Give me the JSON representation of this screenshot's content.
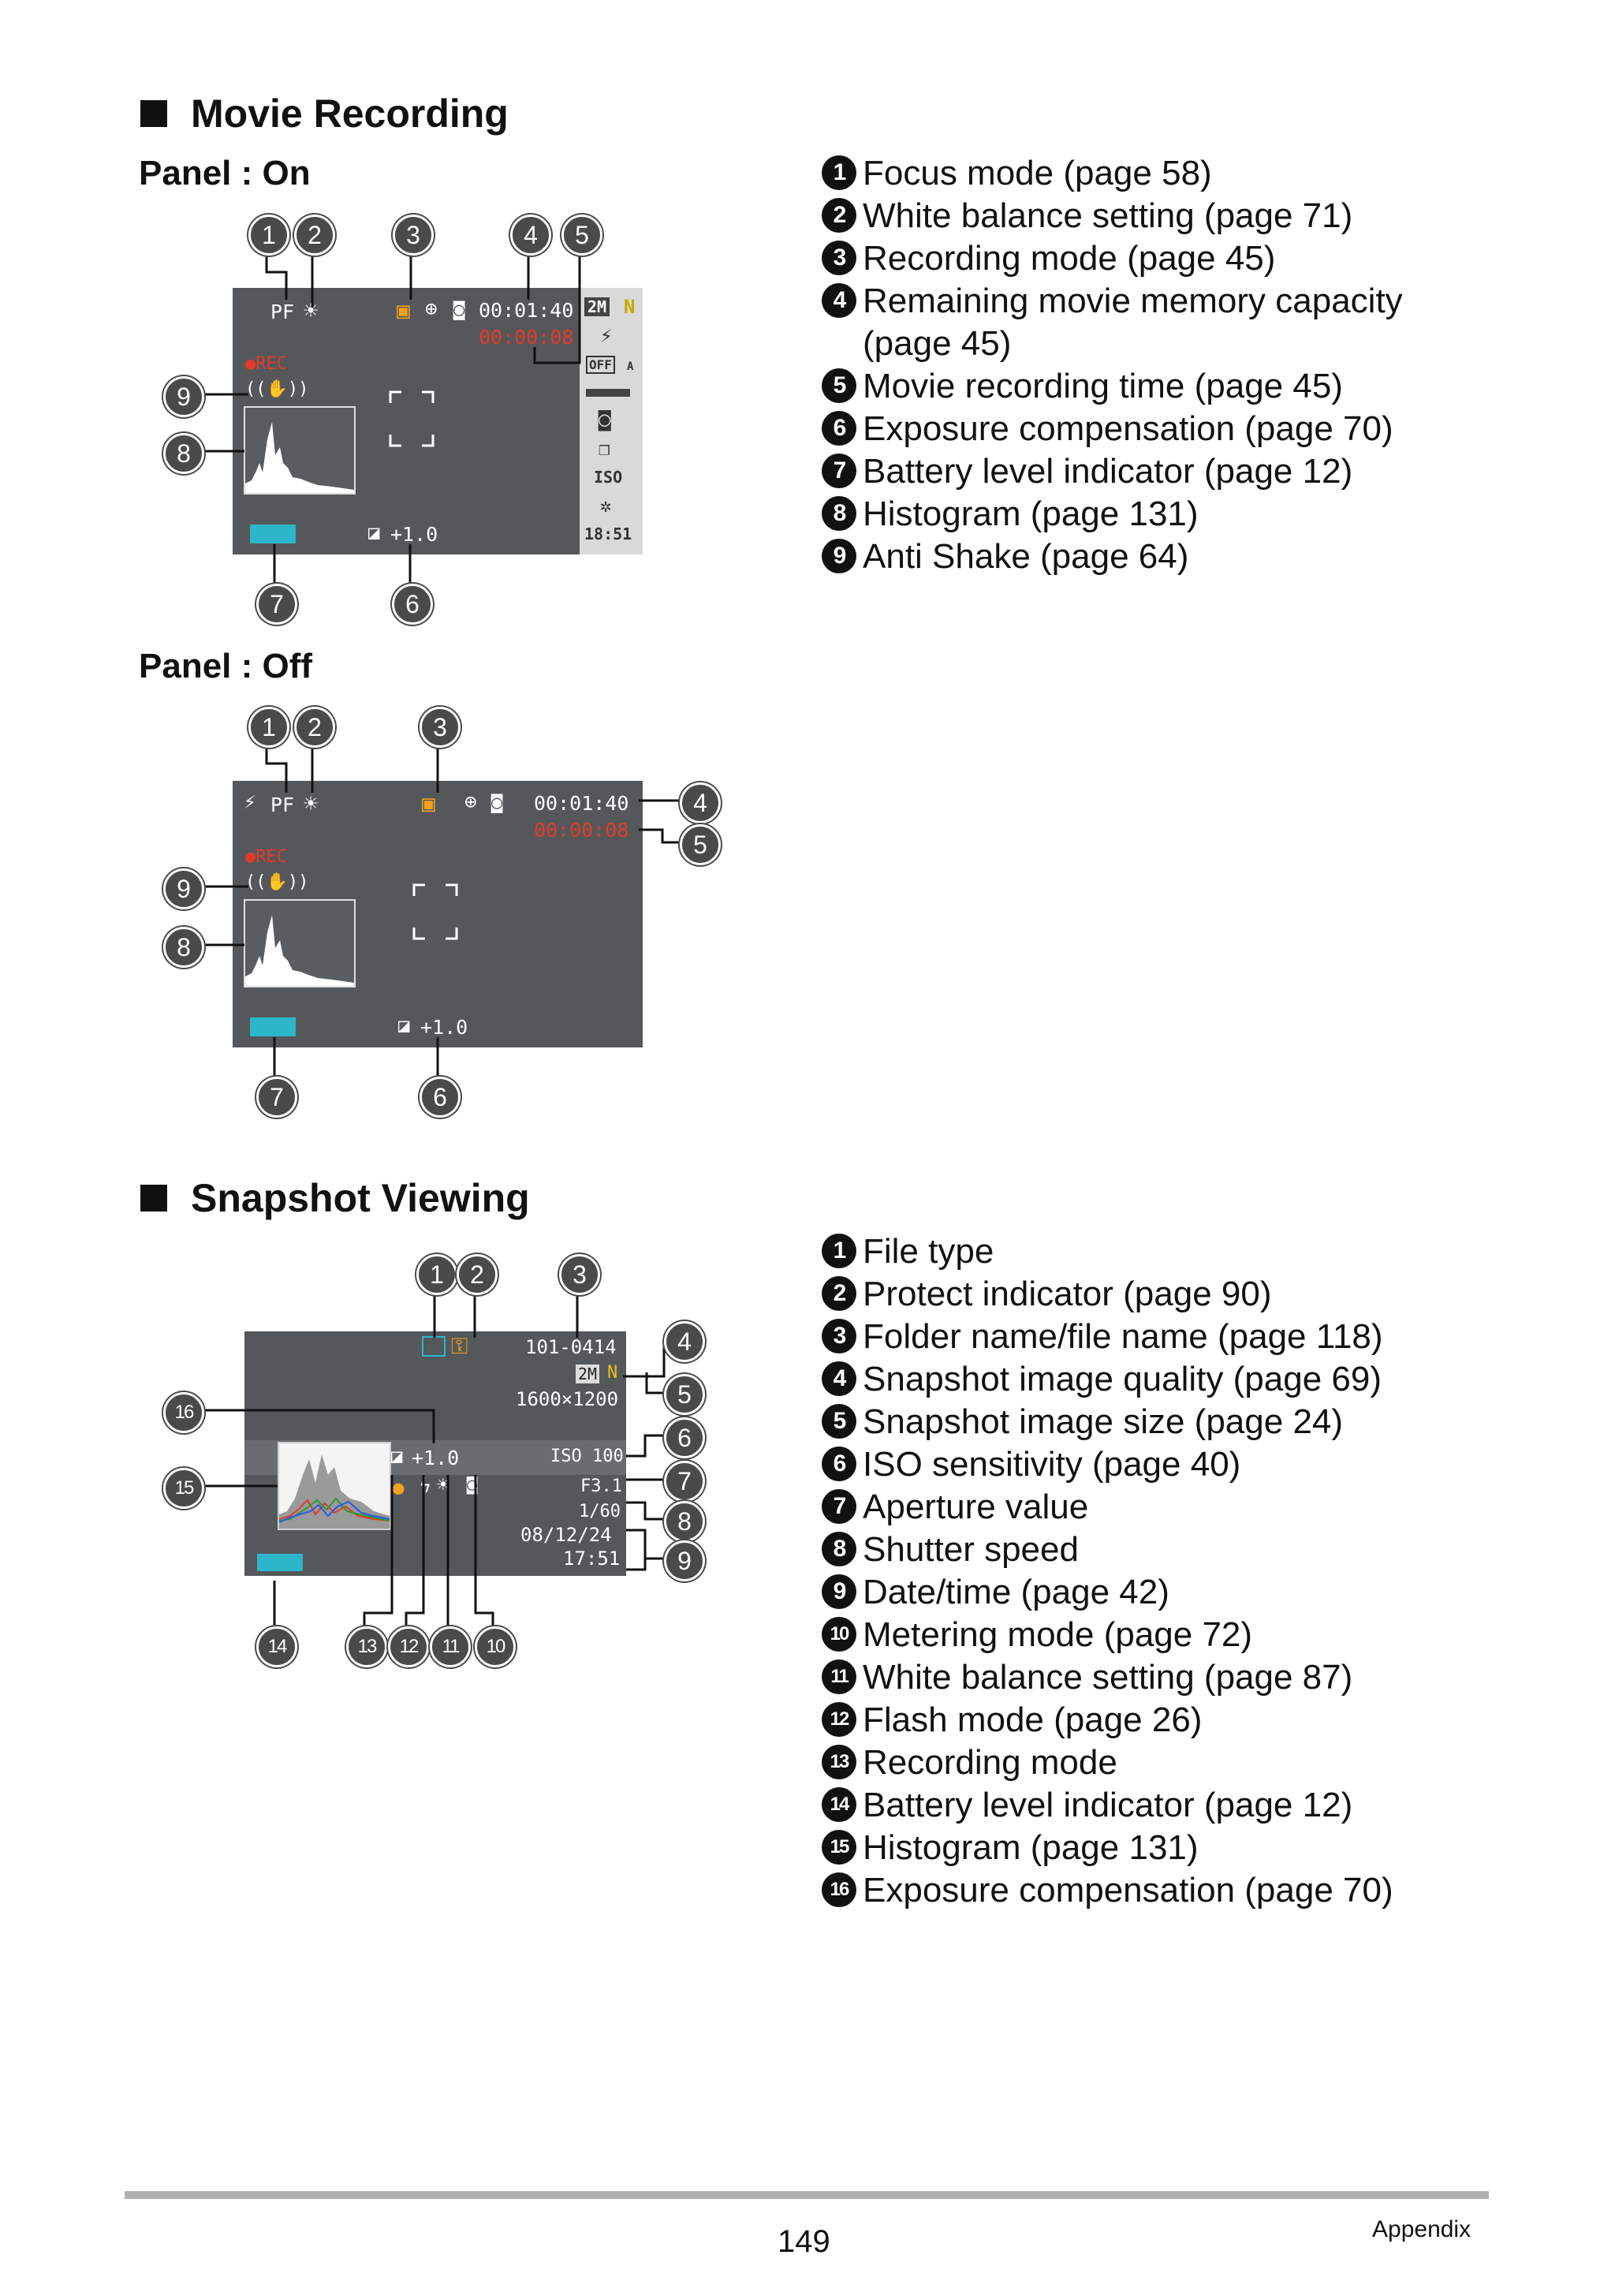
{
  "movie_recording": {
    "title": "Movie Recording",
    "panel_on_title": "Panel : On",
    "panel_off_title": "Panel : Off",
    "items": [
      {
        "num": "1",
        "text": "Focus mode (page 58)"
      },
      {
        "num": "2",
        "text": "White balance setting (page 71)"
      },
      {
        "num": "3",
        "text": "Recording mode (page 45)"
      },
      {
        "num": "4",
        "text": "Remaining movie memory capacity",
        "text2": "(page 45)"
      },
      {
        "num": "5",
        "text": "Movie recording time (page 45)"
      },
      {
        "num": "6",
        "text": "Exposure compensation (page 70)"
      },
      {
        "num": "7",
        "text": "Battery level indicator (page 12)"
      },
      {
        "num": "8",
        "text": "Histogram (page 131)"
      },
      {
        "num": "9",
        "text": "Anti Shake (page 64)"
      }
    ],
    "screen": {
      "focus": "PF",
      "remaining": "00:01:40",
      "rec_time": "00:00:08",
      "rec_label": "●REC",
      "exposure": "+1.0",
      "sidebar_quality": "2M",
      "sidebar_n": "N",
      "sidebar_off": "OFF",
      "sidebar_a": "A",
      "sidebar_iso": "ISO",
      "sidebar_time": "18:51"
    }
  },
  "snapshot_viewing": {
    "title": "Snapshot Viewing",
    "items": [
      {
        "num": "1",
        "text": "File type"
      },
      {
        "num": "2",
        "text": "Protect indicator (page 90)"
      },
      {
        "num": "3",
        "text": "Folder name/file name (page 118)"
      },
      {
        "num": "4",
        "text": "Snapshot image quality (page 69)"
      },
      {
        "num": "5",
        "text": "Snapshot image size (page 24)"
      },
      {
        "num": "6",
        "text": "ISO sensitivity (page 40)"
      },
      {
        "num": "7",
        "text": "Aperture value"
      },
      {
        "num": "8",
        "text": "Shutter speed"
      },
      {
        "num": "9",
        "text": "Date/time (page 42)"
      },
      {
        "num": "10",
        "text": "Metering mode (page 72)"
      },
      {
        "num": "11",
        "text": "White balance setting (page 87)"
      },
      {
        "num": "12",
        "text": "Flash mode (page 26)"
      },
      {
        "num": "13",
        "text": "Recording mode"
      },
      {
        "num": "14",
        "text": "Battery level indicator (page 12)"
      },
      {
        "num": "15",
        "text": "Histogram (page 131)"
      },
      {
        "num": "16",
        "text": "Exposure compensation (page 70)"
      }
    ],
    "screen": {
      "file_name": "101-0414",
      "quality": "2M",
      "quality_n": "N",
      "size": "1600×1200",
      "exposure": "+1.0",
      "iso": "ISO 100",
      "aperture": "F3.1",
      "shutter": "1/60",
      "date": "08/12/24",
      "time": "17:51"
    }
  },
  "footer": {
    "page_number": "149",
    "section": "Appendix"
  }
}
